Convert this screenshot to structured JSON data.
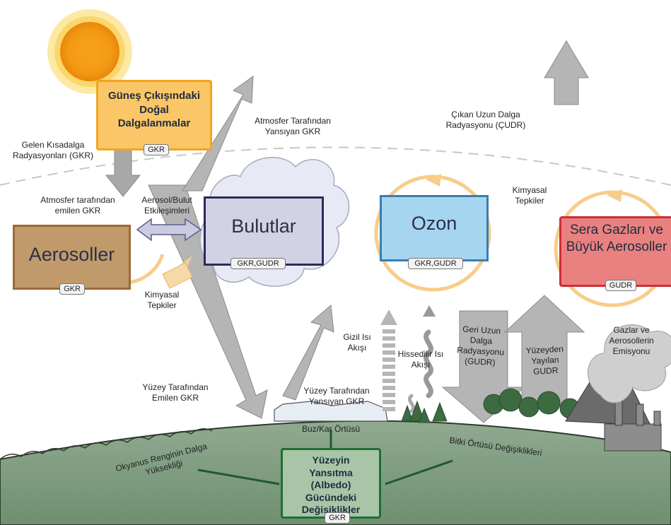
{
  "sun_box": {
    "title": "Güneş Çıkışındaki Doğal Dalgalanmalar",
    "tag": "GKR"
  },
  "aerosols_box": {
    "title": "Aerosoller",
    "tag": "GKR"
  },
  "clouds_box": {
    "title": "Bulutlar",
    "tag": "GKR,GUDR"
  },
  "ozone_box": {
    "title": "Ozon",
    "tag": "GKR,GUDR"
  },
  "ghg_box": {
    "title": "Sera Gazları ve Büyük Aerosoller",
    "tag": "GUDR"
  },
  "albedo_box": {
    "title": "Yüzeyin Yansıtma (Albedo) Gücündeki Değişiklikler",
    "tag": "GKR"
  },
  "labels": {
    "incoming_sw": "Gelen Kısadalga Radyasyonları (GKR)",
    "reflected_atm": "Atmosfer Tarafından Yansıyan GKR",
    "outgoing_lw": "Çıkan Uzun Dalga Radyasyonu (ÇUDR)",
    "absorbed_atm": "Atmosfer tarafından emilen GKR",
    "aerosol_cloud": "Aerosol/Bulut Etkileşimleri",
    "chem_left": "Kimyasal Tepkiler",
    "chem_right": "Kimyasal Tepkiler",
    "surface_emitted": "Yüzey Tarafından Emilen GKR",
    "surface_reflected": "Yüzey Tarafından Yansıyan GKR",
    "latent_heat": "Gizil Isı Akışı",
    "sensible_heat": "Hissedilir Isı Akışı",
    "back_lw": "Geri Uzun Dalga Radyasyonu (GUDR)",
    "surface_lw": "Yüzeyden Yayılan GUDR",
    "gas_emission": "Gazlar ve Aerosollerin Emisyonu",
    "ice_snow": "Buz/Kar Örtüsü",
    "ocean_wave": "Okyanus Renginin Dalga Yüksekliği",
    "vegetation": "Bitki Örtüsü Değişiklikleri"
  }
}
